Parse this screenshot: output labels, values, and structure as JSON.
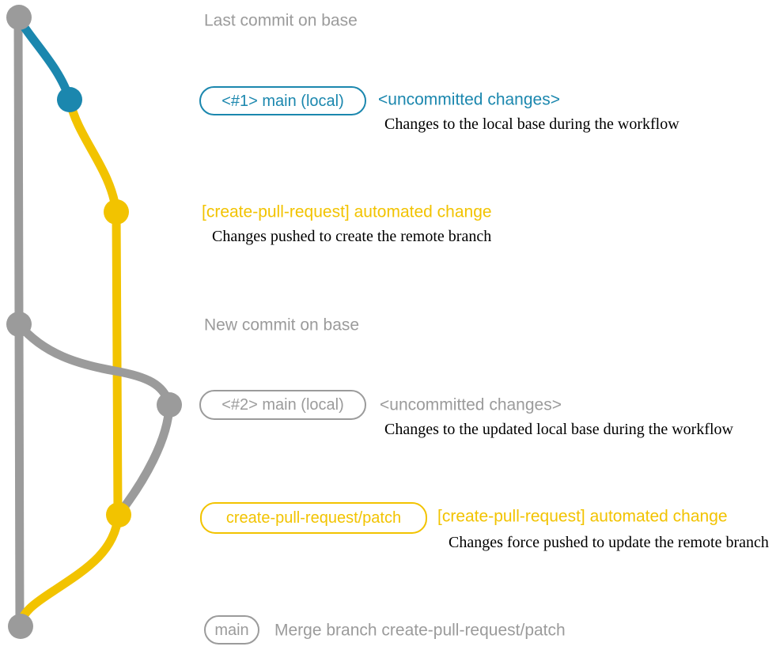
{
  "colors": {
    "gray": "#9B9B9B",
    "blue": "#1B87AE",
    "yellow": "#F2C300",
    "black": "#000000"
  },
  "annotations": {
    "last_commit": {
      "label": "Last commit on base"
    },
    "uncommitted_1": {
      "badge": "<#1> main (local)",
      "title": "<uncommitted changes>",
      "description": "Changes to the local base during the workflow"
    },
    "automated_1": {
      "title": "[create-pull-request] automated change",
      "description": "Changes pushed to create the remote branch"
    },
    "new_commit": {
      "label": "New commit on base"
    },
    "uncommitted_2": {
      "badge": "<#2> main (local)",
      "title": "<uncommitted changes>",
      "description": "Changes to the updated local base during the workflow"
    },
    "automated_2": {
      "badge": "create-pull-request/patch",
      "title": "[create-pull-request] automated change",
      "description": "Changes force pushed to update the remote branch"
    },
    "merge_commit": {
      "badge": "main",
      "title": "Merge branch create-pull-request/patch"
    }
  }
}
